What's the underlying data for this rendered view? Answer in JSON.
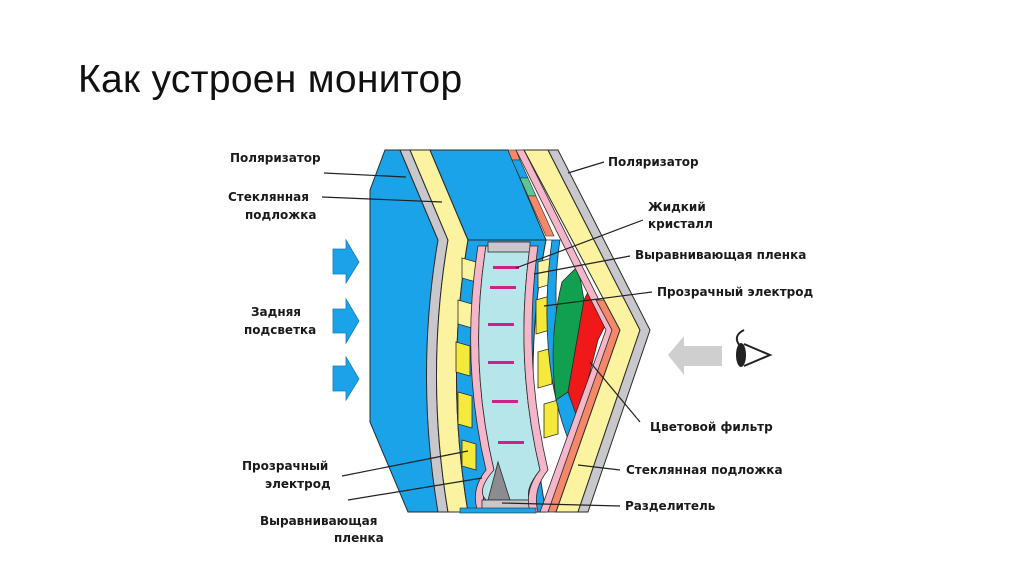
{
  "slide": {
    "title": "Как устроен монитор"
  },
  "diagram": {
    "subject": "LCD monitor cross-section",
    "labels_left": {
      "polarizer": "Поляризатор",
      "glass_substrate_l1": "Стеклянная",
      "glass_substrate_l2": "подложка",
      "backlight_l1": "Задняя",
      "backlight_l2": "подсветка",
      "transparent_electrode_l1": "Прозрачный",
      "transparent_electrode_l2": "электрод",
      "alignment_film_l1": "Выравнивающая",
      "alignment_film_l2": "пленка"
    },
    "labels_right": {
      "polarizer": "Поляризатор",
      "liquid_crystal_l1": "Жидкий",
      "liquid_crystal_l2": "кристалл",
      "alignment_film": "Выравнивающая пленка",
      "transparent_electrode": "Прозрачный электрод",
      "color_filter": "Цветовой фильтр",
      "glass_substrate": "Стеклянная подложка",
      "spacer": "Разделитель"
    },
    "icons": [
      "backlight-arrow-icon",
      "backlight-arrow-icon",
      "backlight-arrow-icon",
      "viewer-arrow-icon",
      "eye-icon"
    ],
    "colors": {
      "blue": "#1aa3e8",
      "light_yellow": "#fbf3a0",
      "gray": "#c8c8cc",
      "pink": "#f4b6c8",
      "cyan_lc": "#b6e6ea",
      "magenta": "#d0208a",
      "green": "#10a050",
      "red": "#f01818",
      "salmon": "#f48868",
      "yellow": "#f5ea3c",
      "arrow_gray": "#cfcfcf"
    }
  }
}
